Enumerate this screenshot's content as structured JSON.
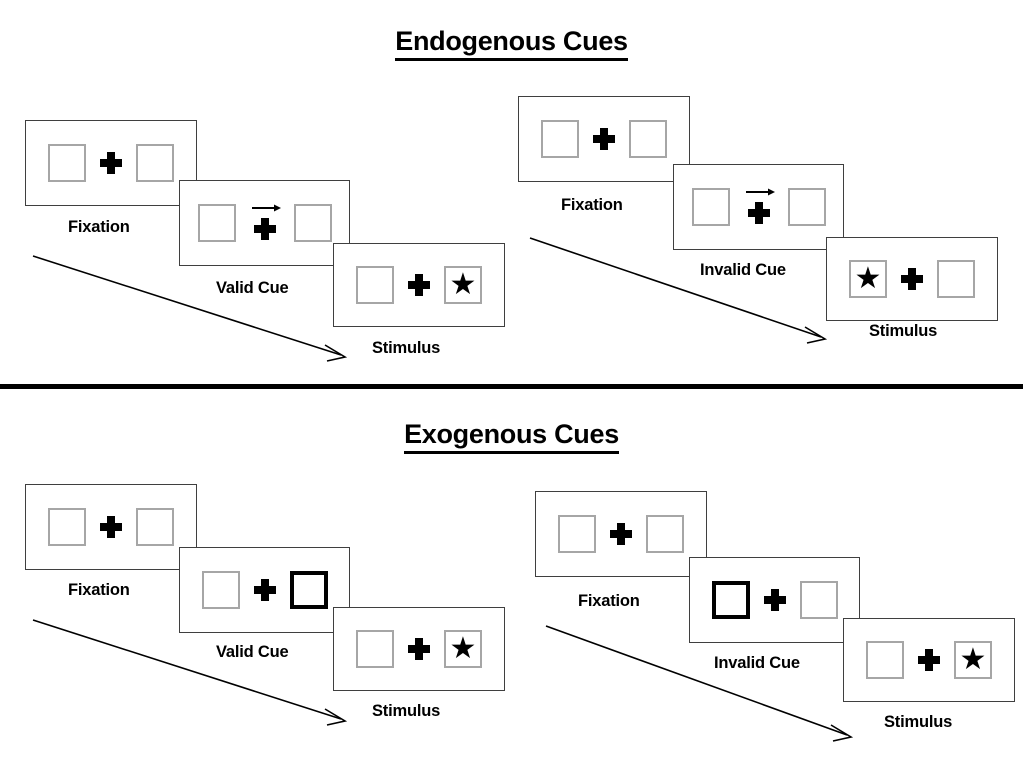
{
  "page": {
    "background_color": "#ffffff",
    "ink_color": "#000000",
    "box_border_color": "#a6a6a6",
    "panel_border_color": "#3f3f3f",
    "cue_highlight_color": "#000000"
  },
  "sections": [
    {
      "id": "endogenous",
      "title": "Endogenous Cues",
      "conditions": [
        {
          "id": "endogenous-valid",
          "panels": [
            {
              "caption": "Fixation",
              "left_box": {
                "content": "",
                "highlight": false
              },
              "center": {
                "type": "cross",
                "arrow": "none"
              },
              "right_box": {
                "content": "",
                "highlight": false
              }
            },
            {
              "caption": "Valid Cue",
              "left_box": {
                "content": "",
                "highlight": false
              },
              "center": {
                "type": "cross",
                "arrow": "right"
              },
              "right_box": {
                "content": "",
                "highlight": false
              }
            },
            {
              "caption": "Stimulus",
              "left_box": {
                "content": "",
                "highlight": false
              },
              "center": {
                "type": "cross",
                "arrow": "none"
              },
              "right_box": {
                "content": "star",
                "highlight": false
              }
            }
          ]
        },
        {
          "id": "endogenous-invalid",
          "panels": [
            {
              "caption": "Fixation",
              "left_box": {
                "content": "",
                "highlight": false
              },
              "center": {
                "type": "cross",
                "arrow": "none"
              },
              "right_box": {
                "content": "",
                "highlight": false
              }
            },
            {
              "caption": "Invalid Cue",
              "left_box": {
                "content": "",
                "highlight": false
              },
              "center": {
                "type": "cross",
                "arrow": "right"
              },
              "right_box": {
                "content": "",
                "highlight": false
              }
            },
            {
              "caption": "Stimulus",
              "left_box": {
                "content": "star",
                "highlight": false
              },
              "center": {
                "type": "cross",
                "arrow": "none"
              },
              "right_box": {
                "content": "",
                "highlight": false
              }
            }
          ]
        }
      ]
    },
    {
      "id": "exogenous",
      "title": "Exogenous Cues",
      "conditions": [
        {
          "id": "exogenous-valid",
          "panels": [
            {
              "caption": "Fixation",
              "left_box": {
                "content": "",
                "highlight": false
              },
              "center": {
                "type": "cross",
                "arrow": "none"
              },
              "right_box": {
                "content": "",
                "highlight": false
              }
            },
            {
              "caption": "Valid Cue",
              "left_box": {
                "content": "",
                "highlight": false
              },
              "center": {
                "type": "cross",
                "arrow": "none"
              },
              "right_box": {
                "content": "",
                "highlight": true
              }
            },
            {
              "caption": "Stimulus",
              "left_box": {
                "content": "",
                "highlight": false
              },
              "center": {
                "type": "cross",
                "arrow": "none"
              },
              "right_box": {
                "content": "star",
                "highlight": false
              }
            }
          ]
        },
        {
          "id": "exogenous-invalid",
          "panels": [
            {
              "caption": "Fixation",
              "left_box": {
                "content": "",
                "highlight": false
              },
              "center": {
                "type": "cross",
                "arrow": "none"
              },
              "right_box": {
                "content": "",
                "highlight": false
              }
            },
            {
              "caption": "Invalid Cue",
              "left_box": {
                "content": "",
                "highlight": true
              },
              "center": {
                "type": "cross",
                "arrow": "none"
              },
              "right_box": {
                "content": "",
                "highlight": false
              }
            },
            {
              "caption": "Stimulus",
              "left_box": {
                "content": "",
                "highlight": false
              },
              "center": {
                "type": "cross",
                "arrow": "none"
              },
              "right_box": {
                "content": "star",
                "highlight": false
              }
            }
          ]
        }
      ]
    }
  ],
  "glyphs": {
    "star": "★",
    "time_arrow_label": "time-flow-arrow",
    "cue_arrow_label": "right-arrow-cue"
  }
}
